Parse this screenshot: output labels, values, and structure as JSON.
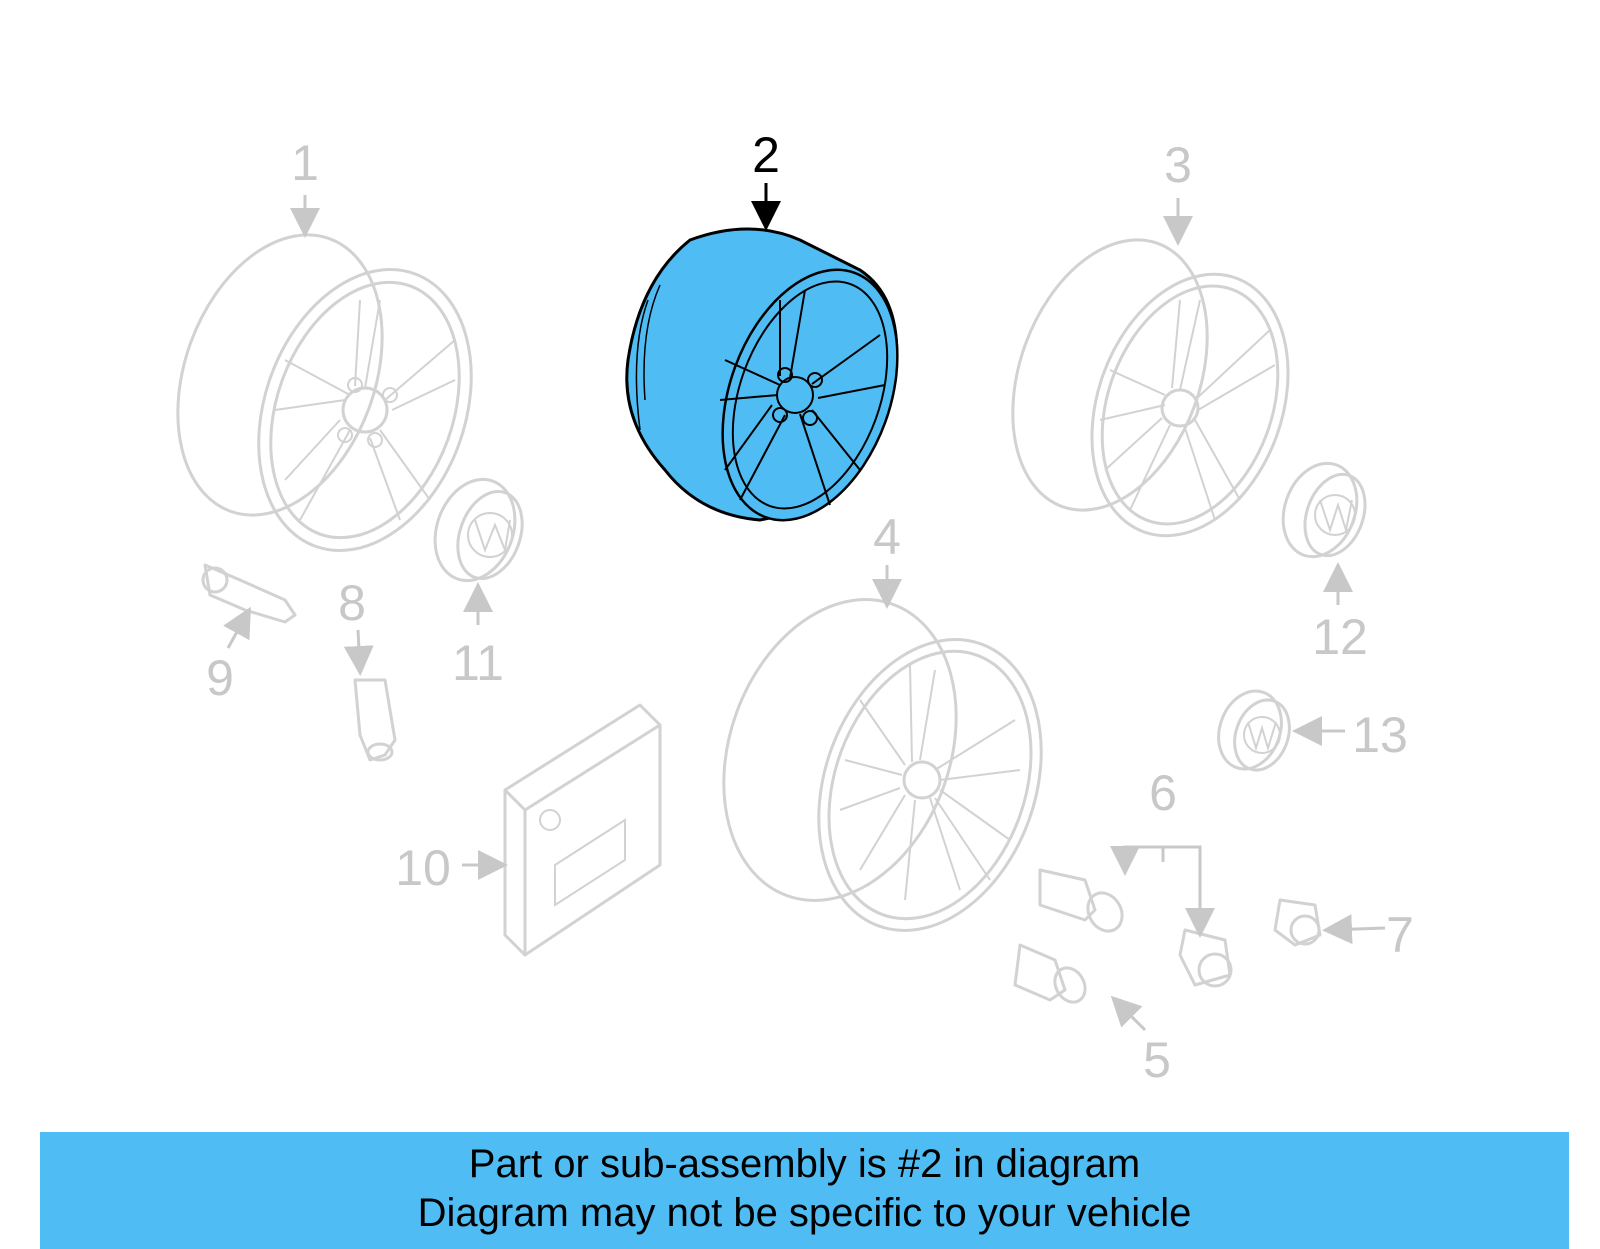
{
  "diagram": {
    "highlight_color": "#4fbcf3",
    "ghost_color": "#c8c8c8",
    "callouts": {
      "c1": "1",
      "c2": "2",
      "c3": "3",
      "c4": "4",
      "c5": "5",
      "c6": "6",
      "c7": "7",
      "c8": "8",
      "c9": "9",
      "c10": "10",
      "c11": "11",
      "c12": "12",
      "c13": "13"
    },
    "highlighted_part": "2"
  },
  "banner": {
    "line1": "Part or sub-assembly is #2 in diagram",
    "line2": "Diagram may not be specific to your vehicle"
  }
}
